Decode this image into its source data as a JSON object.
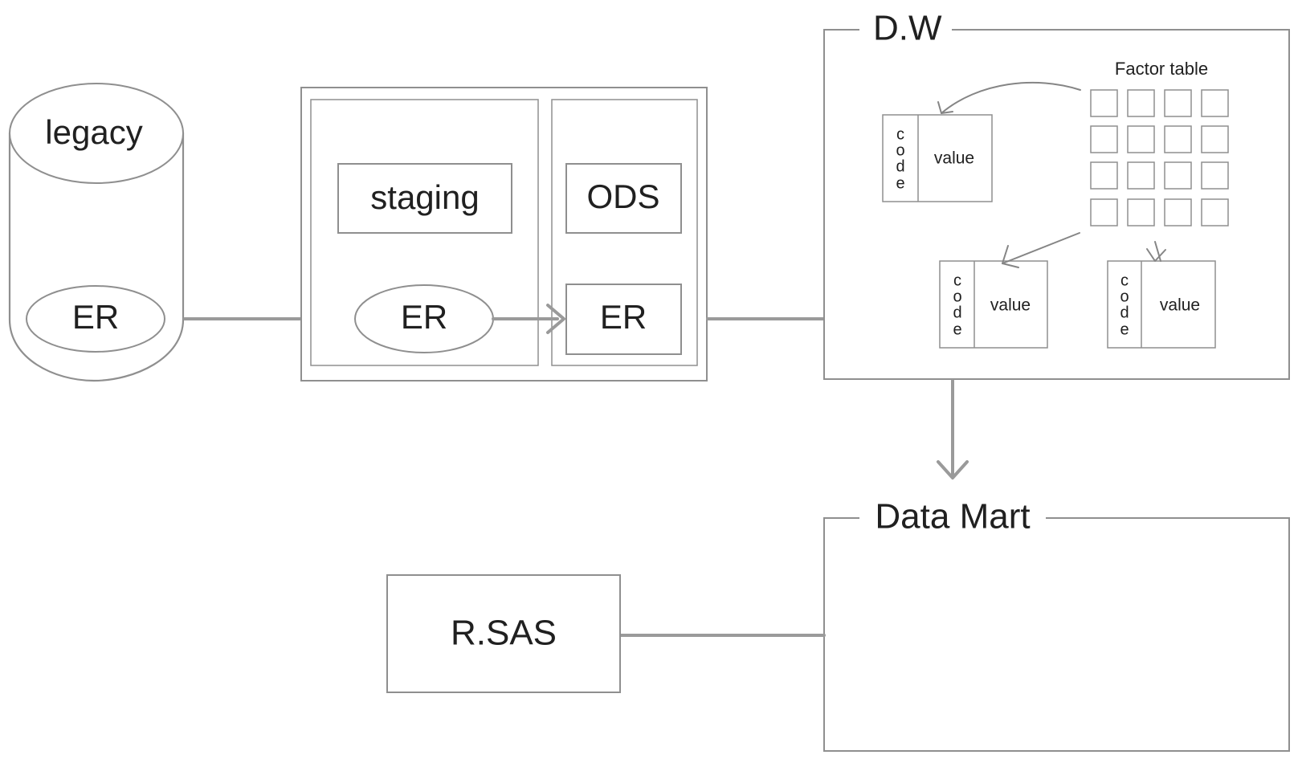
{
  "labels": {
    "legacy": "legacy",
    "er": "ER",
    "staging": "staging",
    "ods": "ODS",
    "dw": "D.W",
    "factor_table": "Factor table",
    "code_letters": [
      "c",
      "o",
      "d",
      "e"
    ],
    "value": "value",
    "data_mart": "Data Mart",
    "rsas": "R.SAS"
  }
}
